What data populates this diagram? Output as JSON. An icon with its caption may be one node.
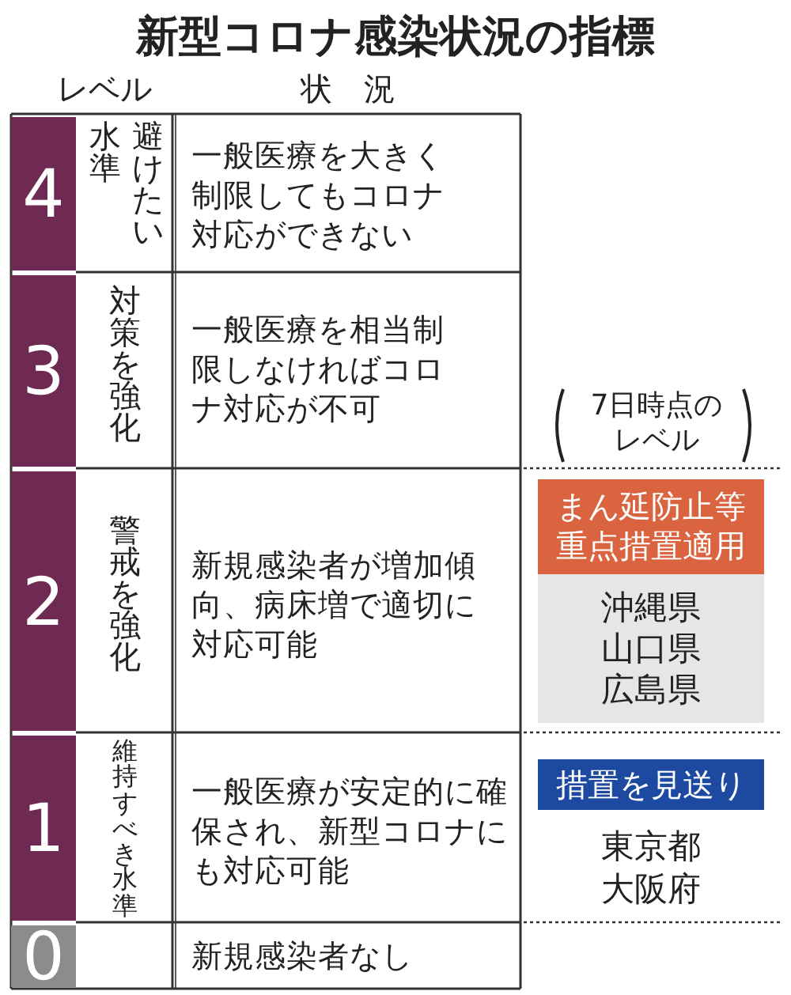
{
  "diagram": {
    "title": "新型コロナ感染状況の指標",
    "nodes": [
      {
        "text": [
          "まん延防止等重点措置適用"
        ]
      },
      {
        "text": [
          "沖縄県",
          "山口県",
          "広島県"
        ]
      },
      {
        "text": [
          "措置を見送り"
        ],
        "beside": [
          "東京都",
          "大阪府"
        ]
      }
    ],
    "labels": [
      "レベル",
      "状　況",
      "4",
      "避けたい水準",
      "一般医療を大きく制限してもコロナ対応ができない",
      "3",
      "対策を強化",
      "一般医療を相当制限しなければコロナ対応が不可",
      "7日時点のレベル",
      "2",
      "警戒を強化",
      "新規感染者が増加傾向、病床増で適切に対応可能",
      "1",
      "維持すべき水準",
      "一般医療が安定的に確保され、新型コロナにも対応可能",
      "0",
      "新規感染者なし"
    ]
  }
}
